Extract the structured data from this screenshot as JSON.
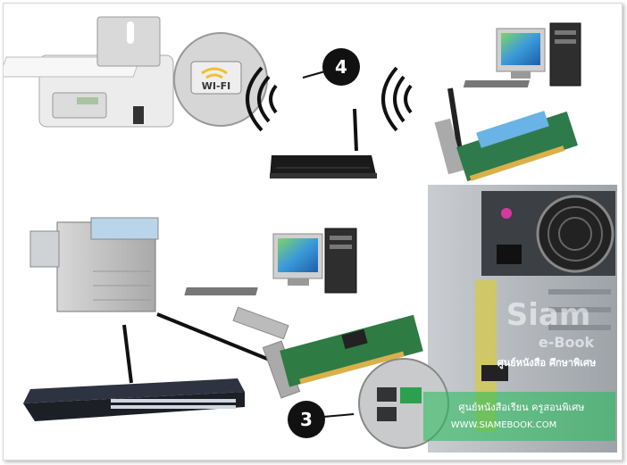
{
  "callouts": {
    "top": "4",
    "bottom": "3"
  },
  "wifi_logo_text": "WI-FI",
  "watermark": {
    "brand_line1": "Siam",
    "brand_line2": "e-Book",
    "thai_line1": "ศูนย์หนังสือ ศึกษาพิเศษ",
    "thai_line2": "ศูนย์หนังสือเรียน ครูสอนพิเศษ",
    "url": "WWW.SIAMEBOOK.COM"
  },
  "colors": {
    "badge": "#111111",
    "accent_green": "#22aa55",
    "router": "#1a1a1a"
  }
}
